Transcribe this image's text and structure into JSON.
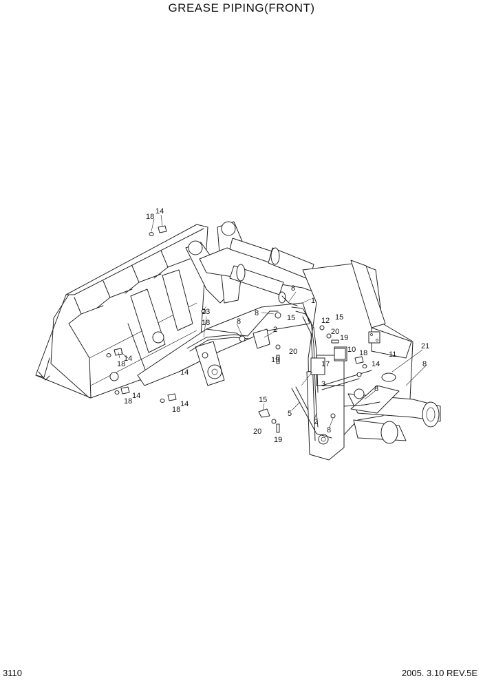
{
  "header": {
    "title": "GREASE PIPING(FRONT)"
  },
  "footer": {
    "page_number": "3110",
    "revision": "2005. 3.10  REV.5E"
  },
  "callouts": {
    "c1": "18",
    "c2": "14",
    "c3": "8",
    "c4": "1",
    "c5": "23",
    "c6": "8",
    "c7": "8",
    "c8": "15",
    "c9": "15",
    "c10": "12",
    "c11": "2",
    "c12": "20",
    "c13": "19",
    "c14": "14",
    "c15": "18",
    "c16": "18",
    "c17": "20",
    "c18": "19",
    "c19": "10",
    "c20": "18",
    "c21": "14",
    "c22": "11",
    "c23": "17",
    "c24": "21",
    "c25": "8",
    "c26": "14",
    "c27": "3",
    "c28": "8",
    "c29": "14",
    "c30": "18",
    "c31": "14",
    "c32": "18",
    "c33": "15",
    "c34": "5",
    "c35": "2",
    "c36": "8",
    "c37": "20",
    "c38": "19"
  }
}
